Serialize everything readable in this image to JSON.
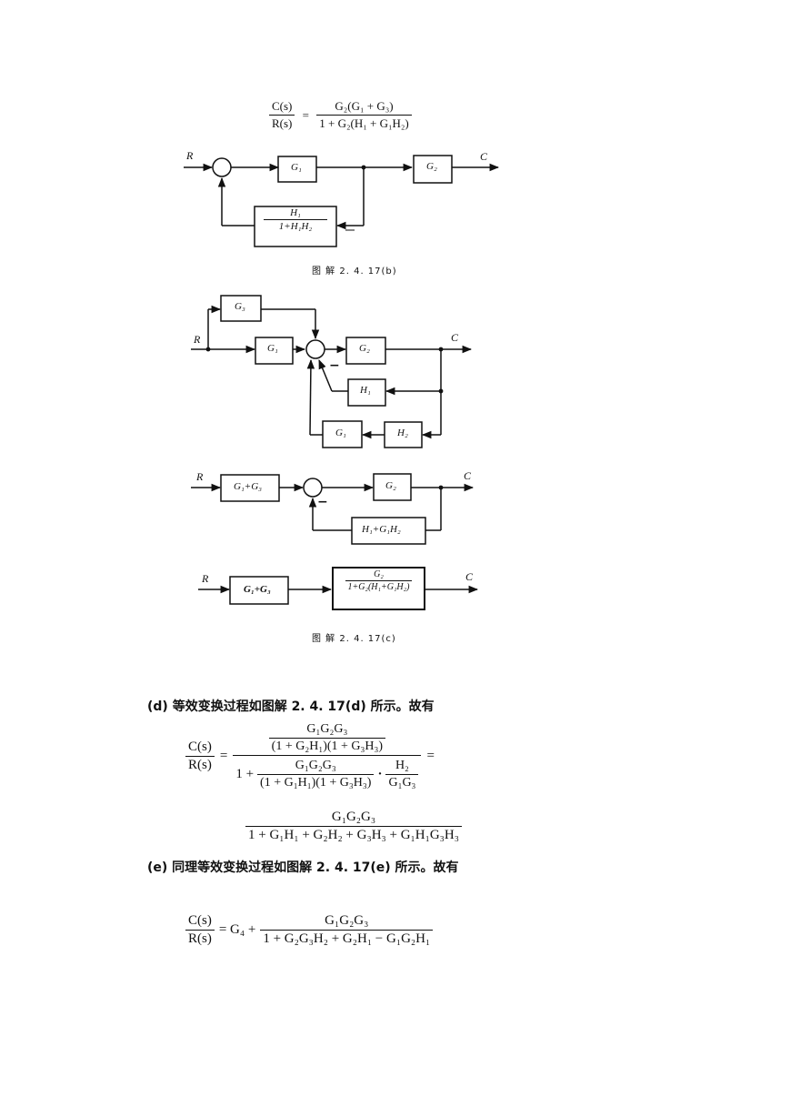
{
  "eq_b": {
    "lhs_num": "C(s)",
    "lhs_den": "R(s)",
    "rhs_num": "G₂(G₁ + G₃)",
    "rhs_den": "1 + G₂(H₁ + G₁H₂)"
  },
  "fig_b": {
    "input": "R",
    "output": "C",
    "block_g1": "G₁",
    "block_g2": "G₂",
    "fb_num": "H₁",
    "fb_den": "1+H₁H₂",
    "caption": "图 解 2. 4. 17(b)"
  },
  "fig_c1": {
    "input": "R",
    "output": "C",
    "block_g3": "G₃",
    "block_g1": "G₁",
    "block_g2": "G₂",
    "block_h1": "H₁",
    "block_h2": "H₂",
    "block_g1b": "G₁",
    "minus": "−"
  },
  "fig_c2": {
    "input": "R",
    "output": "C",
    "block_sum": "G₁+G₃",
    "block_g2": "G₂",
    "block_fb": "H₁+G₁H₂",
    "minus": "−"
  },
  "fig_c3": {
    "input": "R",
    "output": "C",
    "block_sum": "G₁+G₃",
    "tf_num": "G₂",
    "tf_den": "1+G₂(H₁+G₁H₂)",
    "caption": "图 解 2. 4. 17(c)"
  },
  "para_d": "(d) 等效变换过程如图解 2. 4. 17(d) 所示。故有",
  "eq_d": {
    "lhs_num": "C(s)",
    "lhs_den": "R(s)",
    "inner_num": "G₁G₂G₃",
    "inner_den": "(1 + G₂H₁)(1 + G₃H₃)",
    "den_one": "1 +",
    "den_frac_num": "G₁G₂G₃",
    "den_frac_den": "(1 + G₁H₁)(1 + G₃H₃)",
    "dot": "·",
    "ratio_num": "H₂",
    "ratio_den": "G₁G₃",
    "equals": "=",
    "final_num": "G₁G₂G₃",
    "final_den": "1 + G₁H₁ + G₂H₂ + G₃H₃ + G₁H₁G₃H₃"
  },
  "para_e": "(e) 同理等效变换过程如图解 2. 4. 17(e) 所示。故有",
  "eq_e": {
    "lhs_num": "C(s)",
    "lhs_den": "R(s)",
    "rhs_lead": "= G₄ +",
    "rhs_num": "G₁G₂G₃",
    "rhs_den": "1 + G₂G₃H₂ + G₂H₁ − G₁G₂H₁"
  }
}
